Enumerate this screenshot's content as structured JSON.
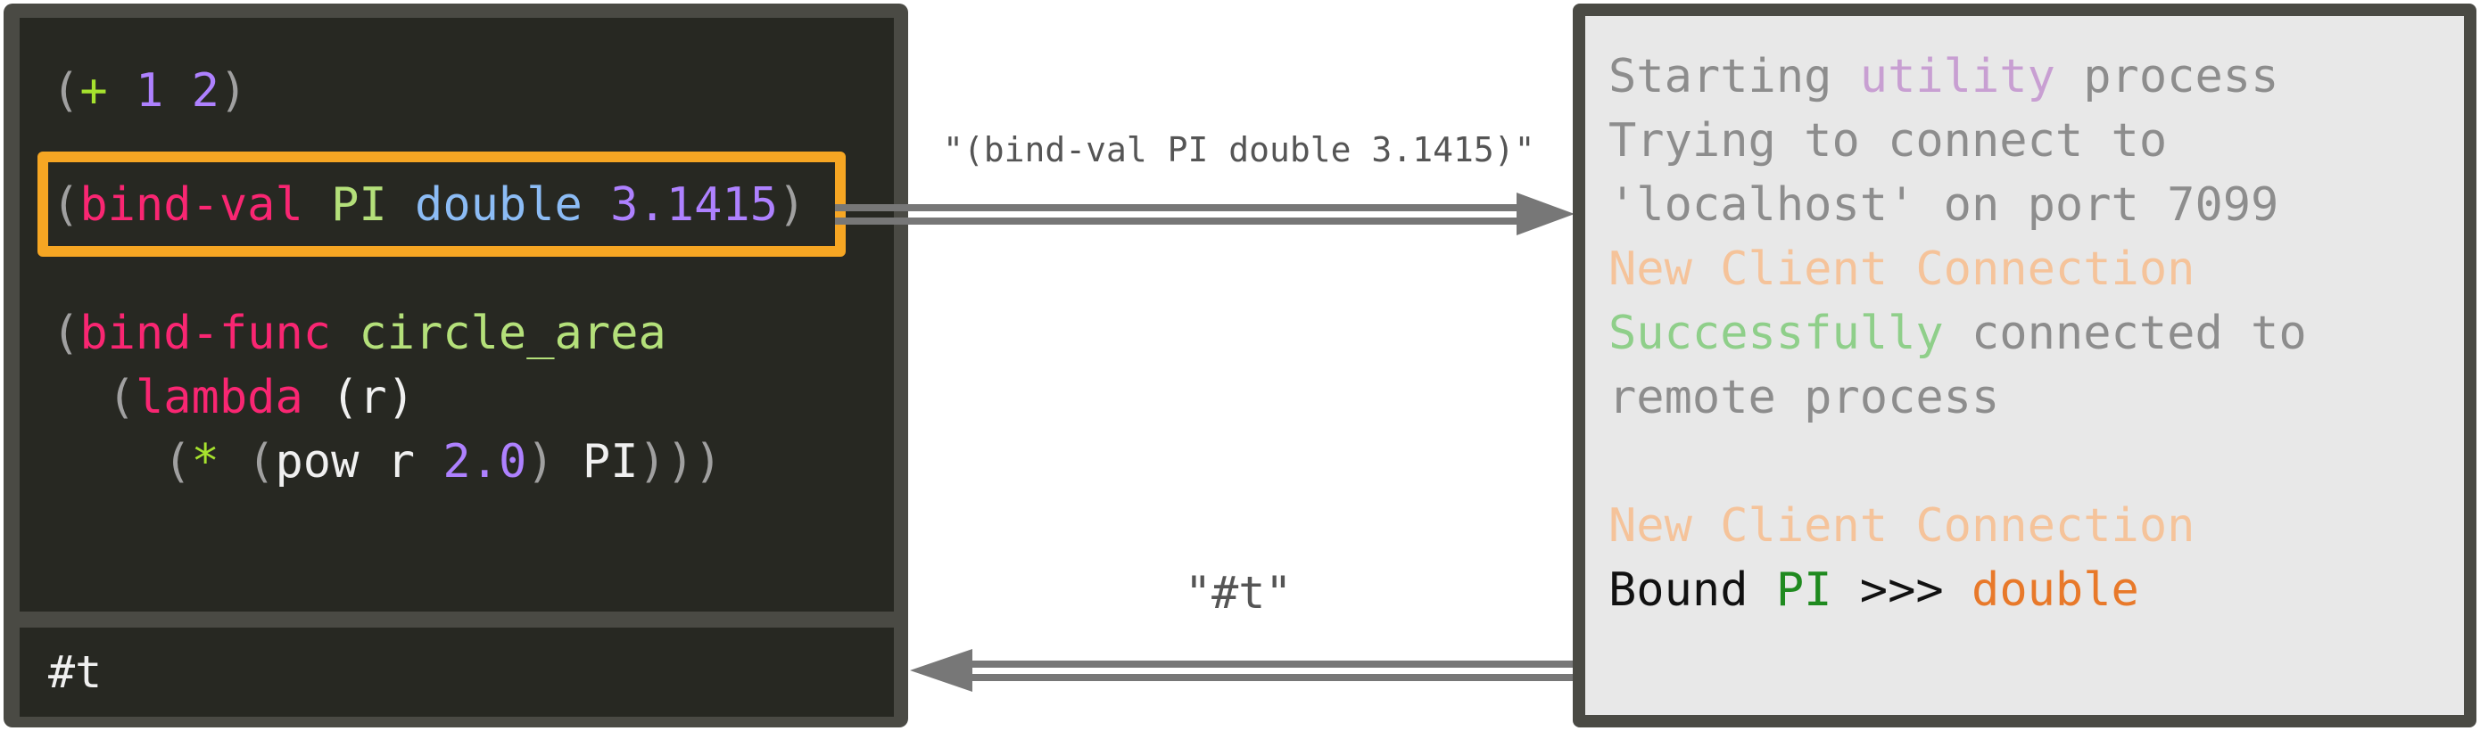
{
  "editor": {
    "line1": {
      "open": "(",
      "op": "+",
      "a": "1",
      "b": "2",
      "close": ")"
    },
    "line2": {
      "open": "(",
      "fn": "bind-val",
      "name": "PI",
      "type": "double",
      "value": "3.1415",
      "close": ")"
    },
    "line3": {
      "open": "(",
      "fn": "bind-func",
      "name": "circle_area"
    },
    "line4": {
      "open": "(",
      "fn": "lambda",
      "args": "(r)"
    },
    "line5": {
      "open": "(",
      "op": "*",
      "pow_open": "(",
      "pow": "pow r",
      "exp": "2.0",
      "pow_close": ")",
      "pi": "PI",
      "close": ")))"
    },
    "result": "#t"
  },
  "messages": {
    "request": "\"(bind-val PI double 3.1415)\"",
    "response": "\"#t\""
  },
  "server": {
    "log": [
      {
        "a": "Starting ",
        "b": "utility",
        "c": " process"
      },
      {
        "text": "Trying to connect to"
      },
      {
        "text": "'localhost' on port 7099"
      },
      {
        "text": "New Client Connection"
      },
      {
        "a": "Successfully",
        "b": " connected to"
      },
      {
        "text": "remote process"
      },
      {
        "text": "New Client Connection"
      },
      {
        "a": "Bound ",
        "b": "PI",
        "c": " >>> ",
        "d": "double"
      }
    ]
  },
  "colors": {
    "highlight": "#f6a623",
    "editor_bg": "#272822",
    "server_bg": "#e8e8e8",
    "arrow": "#777777"
  }
}
